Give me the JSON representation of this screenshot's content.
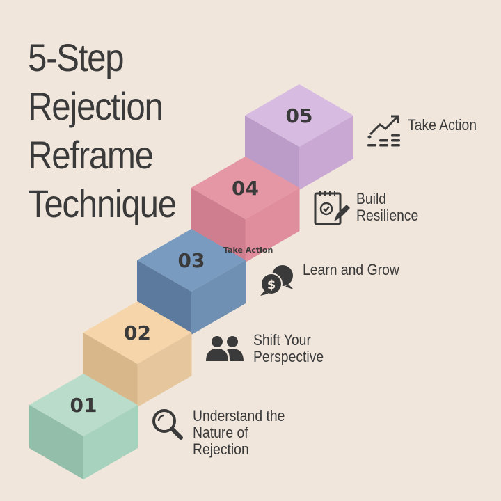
{
  "title": {
    "lines": [
      "5-Step",
      "Rejection",
      "Reframe",
      "Technique"
    ]
  },
  "steps": [
    {
      "number": "01",
      "label_lines": [
        "Understand the",
        "Nature of",
        "Rejection"
      ],
      "icon": "magnifier-icon",
      "colors": {
        "top": "#b9dccb",
        "left": "#93bfaa",
        "right": "#a7d2bd"
      }
    },
    {
      "number": "02",
      "label_lines": [
        "Shift Your",
        "Perspective"
      ],
      "icon": "people-icon",
      "colors": {
        "top": "#f5d5a9",
        "left": "#d8b78b",
        "right": "#e6c69c"
      }
    },
    {
      "number": "03",
      "label_lines": [
        "Learn and Grow"
      ],
      "icon": "chat-money-icon",
      "colors": {
        "top": "#7a9bc0",
        "left": "#5c7a9e",
        "right": "#6f8fb3"
      }
    },
    {
      "number": "04",
      "label_lines": [
        "Build",
        "Resilience"
      ],
      "icon": "notepad-check-icon",
      "colors": {
        "top": "#e597a6",
        "left": "#cf7e8f",
        "right": "#e08d9e"
      }
    },
    {
      "number": "05",
      "label_lines": [
        "Take Action"
      ],
      "icon": "growth-chart-icon",
      "colors": {
        "top": "#d8bbe1",
        "left": "#bb9cc8",
        "right": "#c9a9d4"
      }
    }
  ],
  "overlay_text": "Take Action"
}
